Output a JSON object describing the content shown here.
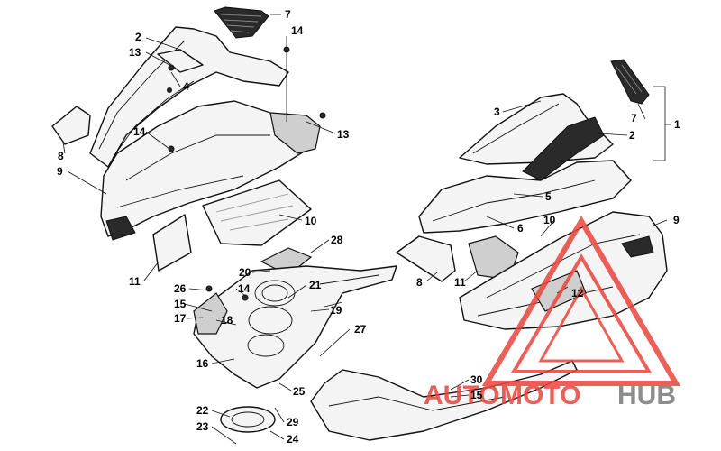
{
  "callouts": [
    {
      "id": "c2a",
      "text": "2"
    },
    {
      "id": "c7a",
      "text": "7"
    },
    {
      "id": "c14a",
      "text": "14"
    },
    {
      "id": "c13a",
      "text": "13"
    },
    {
      "id": "c4",
      "text": "4"
    },
    {
      "id": "c8a",
      "text": "8"
    },
    {
      "id": "c14b",
      "text": "14"
    },
    {
      "id": "c13b",
      "text": "13"
    },
    {
      "id": "c9a",
      "text": "9"
    },
    {
      "id": "c10a",
      "text": "10"
    },
    {
      "id": "c28",
      "text": "28"
    },
    {
      "id": "c11a",
      "text": "11"
    },
    {
      "id": "c20",
      "text": "20"
    },
    {
      "id": "c26",
      "text": "26"
    },
    {
      "id": "c14c",
      "text": "14"
    },
    {
      "id": "c21",
      "text": "21"
    },
    {
      "id": "c15a",
      "text": "15"
    },
    {
      "id": "c17",
      "text": "17"
    },
    {
      "id": "c18",
      "text": "18"
    },
    {
      "id": "c19",
      "text": "19"
    },
    {
      "id": "c27",
      "text": "27"
    },
    {
      "id": "c16",
      "text": "16"
    },
    {
      "id": "c25",
      "text": "25"
    },
    {
      "id": "c22",
      "text": "22"
    },
    {
      "id": "c23",
      "text": "23"
    },
    {
      "id": "c29",
      "text": "29"
    },
    {
      "id": "c24",
      "text": "24"
    },
    {
      "id": "c3",
      "text": "3"
    },
    {
      "id": "c7b",
      "text": "7"
    },
    {
      "id": "c1",
      "text": "1"
    },
    {
      "id": "c2b",
      "text": "2"
    },
    {
      "id": "c5",
      "text": "5"
    },
    {
      "id": "c6",
      "text": "6"
    },
    {
      "id": "c10b",
      "text": "10"
    },
    {
      "id": "c9b",
      "text": "9"
    },
    {
      "id": "c8b",
      "text": "8"
    },
    {
      "id": "c11b",
      "text": "11"
    },
    {
      "id": "c12",
      "text": "12"
    },
    {
      "id": "c30",
      "text": "30"
    },
    {
      "id": "c15b",
      "text": "15"
    }
  ],
  "watermark": {
    "part1": "AUTO",
    "part2": "MOTO",
    "part3": "HUB",
    "color_red": "#e8453c",
    "color_grey": "#7a7a7a"
  }
}
